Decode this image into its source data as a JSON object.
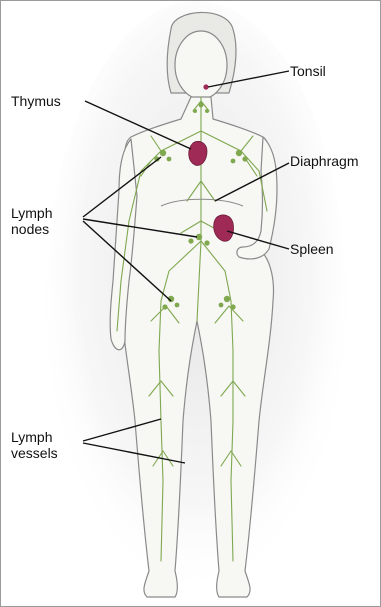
{
  "labels": {
    "tonsil": "Tonsil",
    "thymus": "Thymus",
    "diaphragm": "Diaphragm",
    "lymph_nodes_line1": "Lymph",
    "lymph_nodes_line2": "nodes",
    "spleen": "Spleen",
    "lymph_vessels_line1": "Lymph",
    "lymph_vessels_line2": "vessels"
  },
  "colors": {
    "organ": "#9e2a55",
    "lymph": "#7fa84f",
    "body_outline": "#8a8a8a",
    "body_fill": "#f7f7f4",
    "leader_line": "#111111"
  }
}
